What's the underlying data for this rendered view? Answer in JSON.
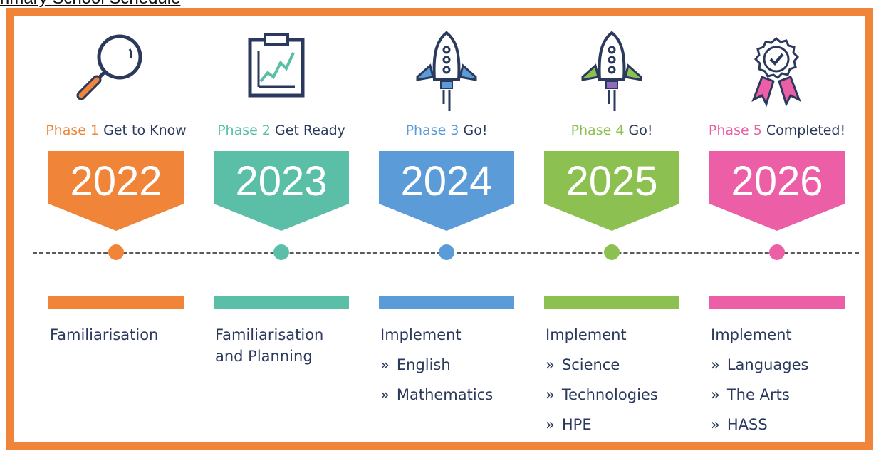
{
  "page_caption": "rimary School Schedule",
  "phases": [
    {
      "num": "Phase 1",
      "name": "Get to Know",
      "year": "2022",
      "color": "#f0853a",
      "icon": "magnifying-glass-icon",
      "desc_title": "Familiarisation",
      "desc_items": []
    },
    {
      "num": "Phase 2",
      "name": "Get Ready",
      "year": "2023",
      "color": "#5bbfa8",
      "icon": "clipboard-chart-icon",
      "desc_title": "Familiarisation and Planning",
      "desc_items": []
    },
    {
      "num": "Phase 3",
      "name": "Go!",
      "year": "2024",
      "color": "#5a9bd8",
      "icon": "rocket-icon",
      "desc_title": "Implement",
      "desc_items": [
        "English",
        "Mathematics"
      ]
    },
    {
      "num": "Phase 4",
      "name": "Go!",
      "year": "2025",
      "color": "#8cc152",
      "icon": "rocket-icon",
      "desc_title": "Implement",
      "desc_items": [
        "Science",
        "Technologies",
        "HPE"
      ]
    },
    {
      "num": "Phase 5",
      "name": "Completed!",
      "year": "2026",
      "color": "#ec5fa6",
      "icon": "award-ribbon-icon",
      "desc_title": "Implement",
      "desc_items": [
        "Languages",
        "The Arts",
        "HASS"
      ]
    }
  ],
  "bullet_glyph": "»"
}
